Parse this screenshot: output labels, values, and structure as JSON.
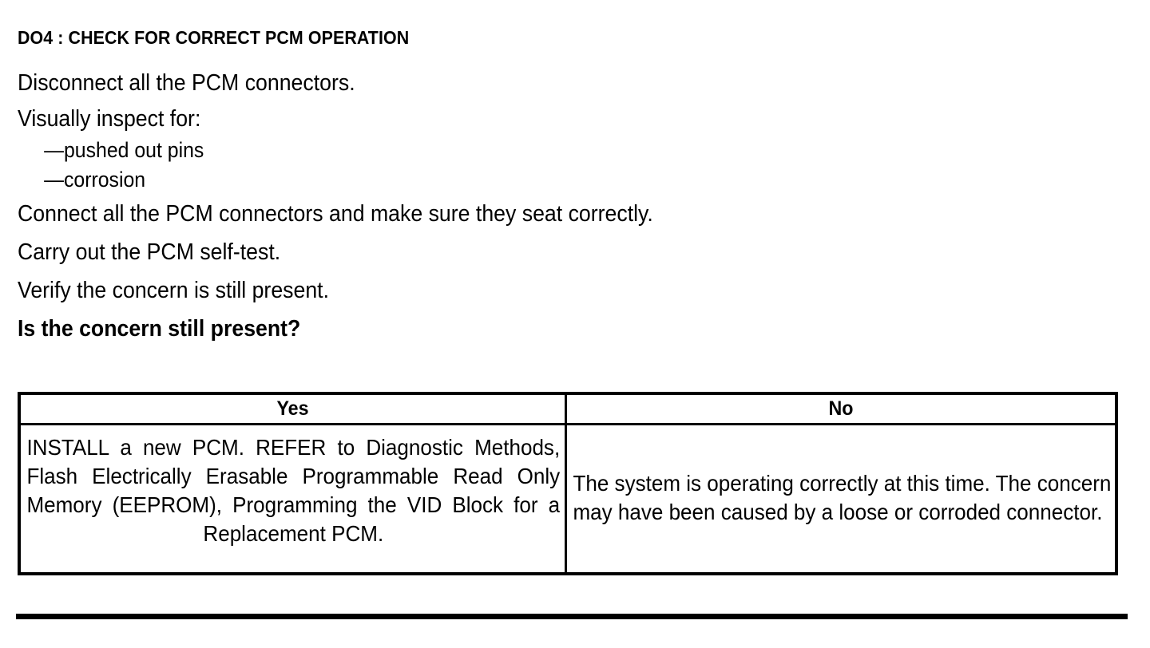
{
  "document": {
    "section_title": "DO4 : CHECK FOR CORRECT PCM OPERATION",
    "procedure_steps": [
      "Disconnect all the PCM connectors.",
      "Visually inspect for:",
      "—pushed out pins",
      "—corrosion",
      "Connect all the PCM connectors and make sure they seat correctly.",
      "Carry out the PCM self-test.",
      "Verify the concern is still present.",
      "Is the concern still present?"
    ],
    "question": "Is the concern still present?",
    "decision_table": {
      "headers": [
        "Yes",
        "No"
      ],
      "cells": {
        "yes": "INSTALL a new PCM. REFER to Diagnostic Methods, Flash Electrically Erasable Programmable Read Only Memory (EEPROM), Programming the VID Block for a Replacement PCM.",
        "no": "The system is operating correctly at this time. The concern may have been caused by a loose or corroded connector."
      }
    },
    "colors": {
      "text": "#000000",
      "background": "#ffffff",
      "rule": "#000000"
    }
  }
}
